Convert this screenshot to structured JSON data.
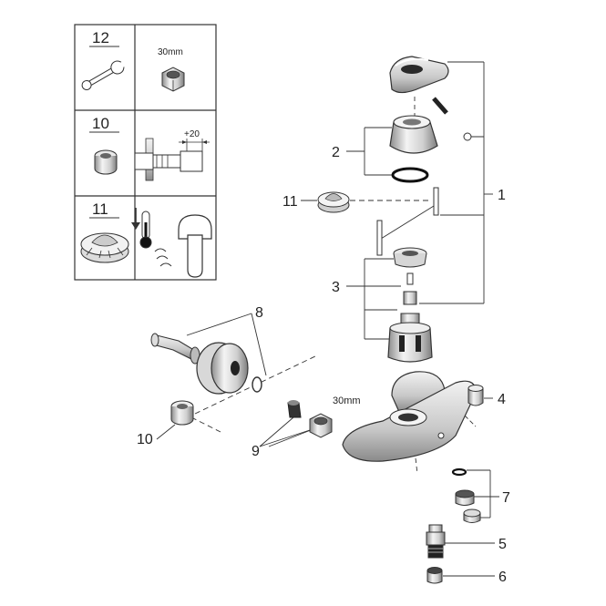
{
  "inset": {
    "panels": [
      {
        "number": "12",
        "size_label": "30mm"
      },
      {
        "number": "10",
        "dimension_label": "+20"
      },
      {
        "number": "11"
      }
    ]
  },
  "callouts": {
    "c1": "1",
    "c2": "2",
    "c3": "3",
    "c4": "4",
    "c5": "5",
    "c6": "6",
    "c7": "7",
    "c8": "8",
    "c9": "9",
    "c10": "10",
    "c11": "11"
  },
  "nut_size_label": "30mm",
  "colors": {
    "line": "#333333",
    "light": "#e6e6e6",
    "mid": "#bdbdbd",
    "dark": "#7a7a7a"
  }
}
